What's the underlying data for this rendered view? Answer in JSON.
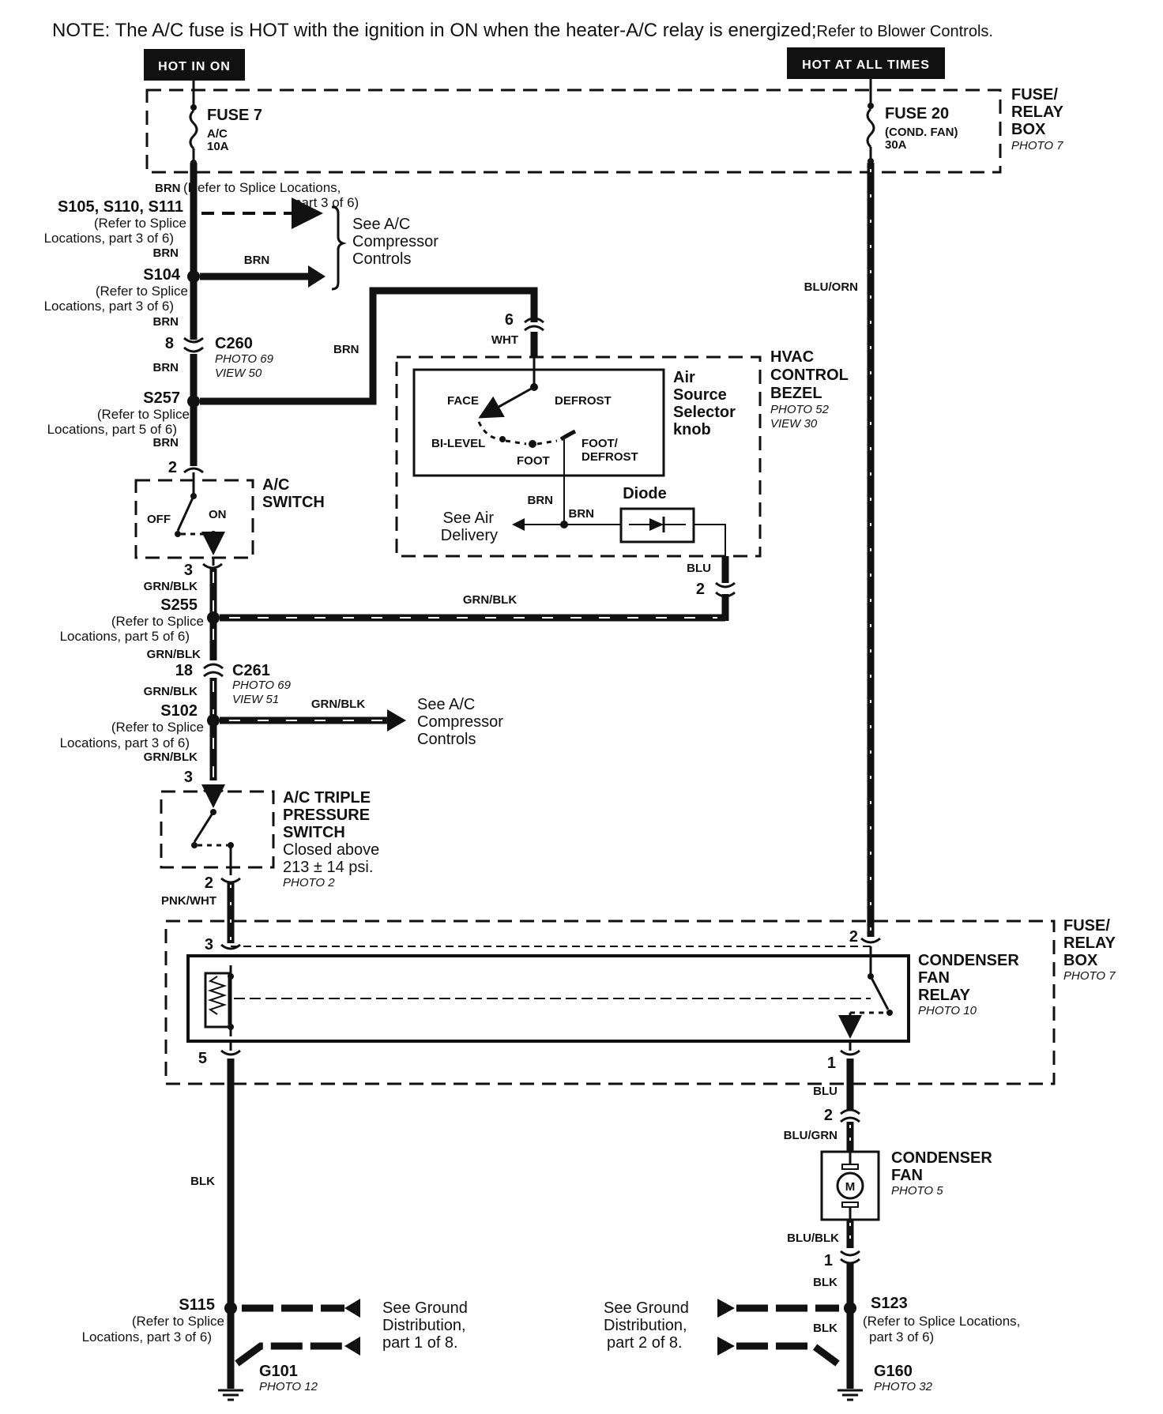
{
  "note": {
    "main": "NOTE: The A/C fuse is HOT with the ignition in ON when the heater-A/C relay is energized;",
    "tail": "Refer to Blower Controls."
  },
  "tags": {
    "hot_in_on": "HOT IN ON",
    "hot_all_times": "HOT AT ALL TIMES"
  },
  "fuse_box_top": {
    "l1": "FUSE/",
    "l2": "RELAY",
    "l3": "BOX",
    "photo": "PHOTO 7"
  },
  "fuse7": {
    "name": "FUSE 7",
    "sub": "A/C",
    "amp": "10A"
  },
  "fuse20": {
    "name": "FUSE 20",
    "sub": "(COND. FAN)",
    "amp": "30A"
  },
  "splice_top": {
    "wire": "BRN",
    "ref1": "(Refer to Splice Locations,",
    "ref2": "part 3 of 6)",
    "id": "S105, S110, S111",
    "l1": "(Refer to Splice",
    "l2": "Locations, part 3 of 6)"
  },
  "see_ac_top": {
    "l1": "See A/C",
    "l2": "Compressor",
    "l3": "Controls"
  },
  "s104": {
    "wire_above": "BRN",
    "id": "S104",
    "l1": "(Refer to Splice",
    "l2": "Locations, part 3 of 6)",
    "wire_below": "BRN",
    "arrow_wire": "BRN"
  },
  "c260": {
    "pin": "8",
    "id": "C260",
    "photo": "PHOTO 69",
    "view": "VIEW 50",
    "wire_below": "BRN"
  },
  "s257": {
    "id": "S257",
    "l1": "(Refer to Splice",
    "l2": "Locations, part 5 of 6)",
    "wire_below": "BRN",
    "wire_right": "BRN"
  },
  "bezel": {
    "pin": "6",
    "wire": "WHT",
    "l1": "HVAC",
    "l2": "CONTROL",
    "l3": "BEZEL",
    "photo": "PHOTO 52",
    "view": "VIEW 30",
    "knob1": "Air",
    "knob2": "Source",
    "knob3": "Selector",
    "knob4": "knob",
    "face": "FACE",
    "defrost": "DEFROST",
    "bilevel": "BI-LEVEL",
    "foot": "FOOT",
    "footdef1": "FOOT/",
    "footdef2": "DEFROST",
    "brn1": "BRN",
    "brn2": "BRN",
    "diode": "Diode",
    "see1": "See Air",
    "see2": "Delivery",
    "blu": "BLU",
    "pin2": "2"
  },
  "ac_switch": {
    "pin_top": "2",
    "l1": "A/C",
    "l2": "SWITCH",
    "off": "OFF",
    "on": "ON",
    "pin_bottom": "3"
  },
  "s255": {
    "wire_above": "GRN/BLK",
    "id": "S255",
    "l1": "(Refer to Splice",
    "l2": "Locations, part 5 of 6)",
    "wire_right": "GRN/BLK"
  },
  "c261": {
    "wire_above": "GRN/BLK",
    "pin": "18",
    "id": "C261",
    "photo": "PHOTO 69",
    "view": "VIEW 51",
    "wire_below": "GRN/BLK"
  },
  "s102": {
    "id": "S102",
    "l1": "(Refer to Splice",
    "l2": "Locations, part 3 of 6)",
    "wire_below": "GRN/BLK",
    "arrow_wire": "GRN/BLK",
    "see1": "See A/C",
    "see2": "Compressor",
    "see3": "Controls"
  },
  "triple": {
    "pin_top": "3",
    "l1": "A/C TRIPLE",
    "l2": "PRESSURE",
    "l3": "SWITCH",
    "l4": "Closed above",
    "l5": "213 ± 14 psi.",
    "photo": "PHOTO 2",
    "pin_bottom": "2"
  },
  "relay": {
    "wire_in": "PNK/WHT",
    "pin3": "3",
    "pin2": "2",
    "pin5": "5",
    "pin1": "1",
    "l1": "CONDENSER",
    "l2": "FAN",
    "l3": "RELAY",
    "photo": "PHOTO 10",
    "box1": "FUSE/",
    "box2": "RELAY",
    "box3": "BOX",
    "box_photo": "PHOTO 7",
    "blu_orn": "BLU/ORN"
  },
  "fan": {
    "wire_top": "BLU",
    "pin_top": "2",
    "wire_in": "BLU/GRN",
    "l1": "CONDENSER",
    "l2": "FAN",
    "photo": "PHOTO 5",
    "motor": "M",
    "wire_out": "BLU/BLK",
    "pin_bottom": "1",
    "wire_below": "BLK"
  },
  "ground_left": {
    "wire": "BLK",
    "id": "S115",
    "l1": "(Refer to Splice",
    "l2": "Locations, part 3 of 6)",
    "see1": "See Ground",
    "see2": "Distribution,",
    "see3": "part 1 of 8.",
    "g": "G101",
    "photo": "PHOTO 12"
  },
  "ground_right": {
    "id": "S123",
    "l1": "(Refer to Splice Locations,",
    "l2": "part 3 of 6)",
    "wire": "BLK",
    "see1": "See Ground",
    "see2": "Distribution,",
    "see3": "part 2 of 8.",
    "g": "G160",
    "photo": "PHOTO 32"
  }
}
